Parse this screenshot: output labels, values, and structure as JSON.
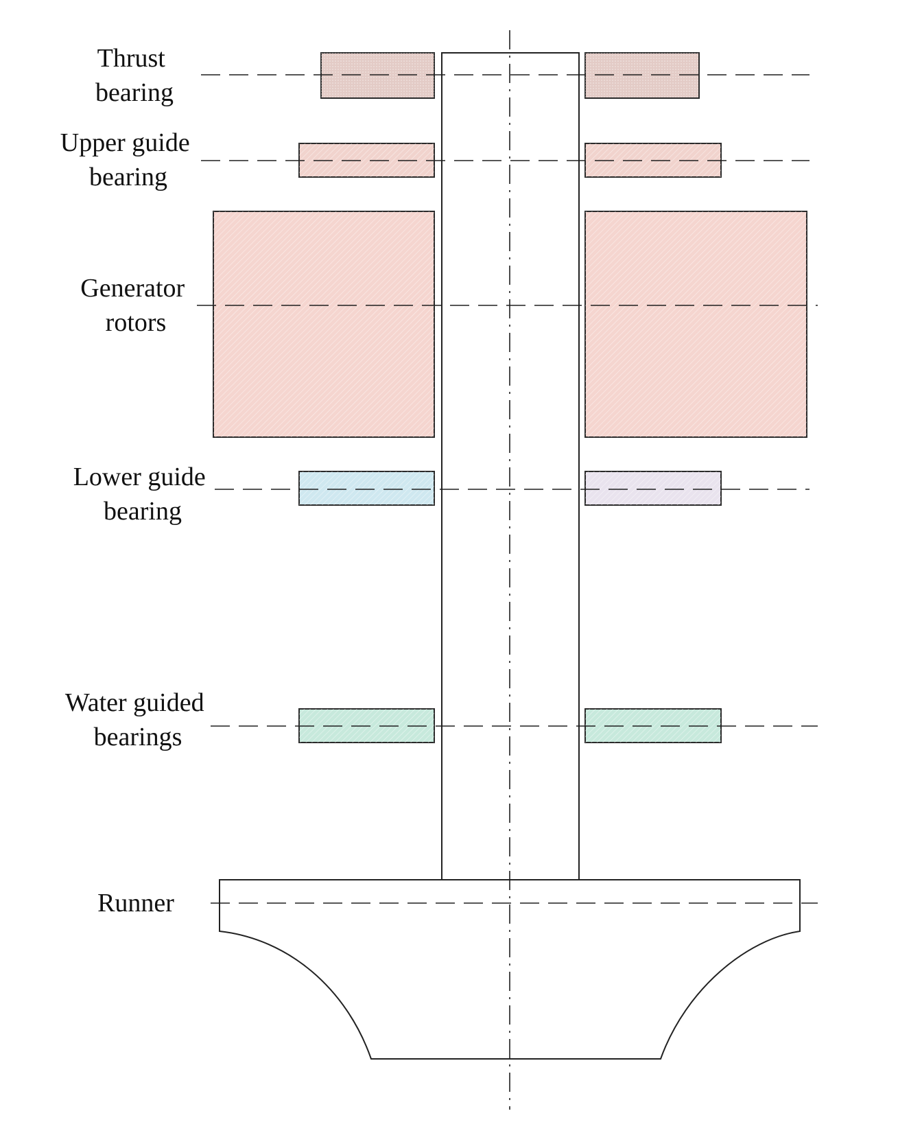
{
  "labels": {
    "thrust_bearing": [
      "Thrust",
      "bearing"
    ],
    "upper_guide_bearing": [
      "Upper guide",
      "bearing"
    ],
    "generator_rotors": [
      "Generator",
      "rotors"
    ],
    "lower_guide_bearing": [
      "Lower guide",
      "bearing"
    ],
    "water_guided_bearings": [
      "Water guided",
      "bearings"
    ],
    "runner": [
      "Runner"
    ]
  },
  "colors": {
    "thrust": "#e3cbc6",
    "upper_guide": "#f1d3cd",
    "generator": "#f5d5cf",
    "lower_guide_left": "#cfe8f0",
    "lower_guide_right": "#e9e3ee",
    "water_guided": "#c7e9dc",
    "hatch": "#ffffff"
  }
}
